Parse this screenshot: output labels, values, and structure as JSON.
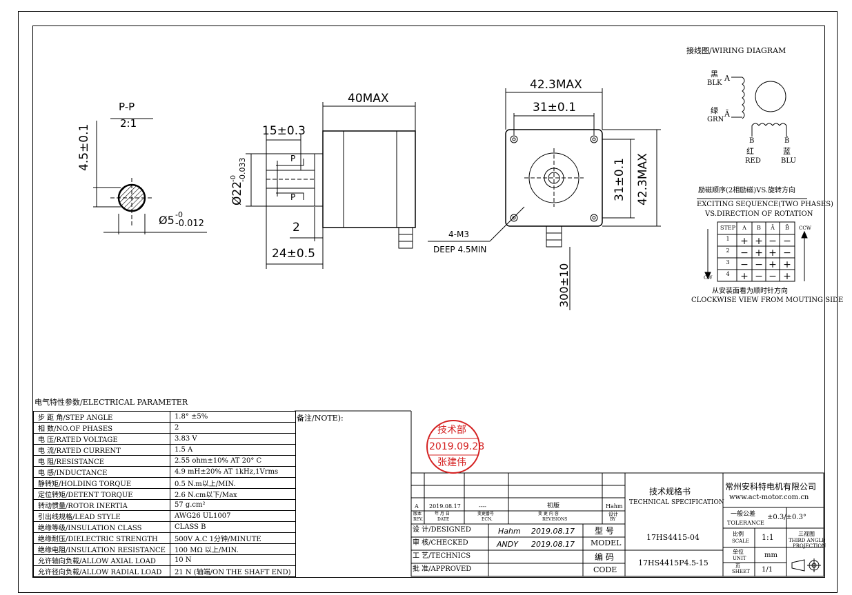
{
  "wiring": {
    "title": "接线图/WIRING  DIAGRAM",
    "a_color_cn": "黑",
    "a_color_en": "BLK",
    "a_label": "A",
    "abar_color_cn": "绿",
    "abar_color_en": "GRN",
    "abar_label": "Ā",
    "b_label": "B",
    "b_color_cn": "红",
    "b_color_en": "RED",
    "bbar_label": "B̄",
    "bbar_color_cn": "蓝",
    "bbar_color_en": "BLU"
  },
  "sequence": {
    "title_cn": "励磁顺序(2相励磁)VS.旋转方向",
    "title_en1": "EXCITING SEQUENCE(TWO PHASES)",
    "title_en2": "VS.DIRECTION OF ROTATION",
    "headers": [
      "STEP",
      "A",
      "B",
      "Ā",
      "B̄"
    ],
    "rows": [
      [
        "1",
        "+",
        "+",
        "−",
        "−"
      ],
      [
        "2",
        "−",
        "+",
        "+",
        "−"
      ],
      [
        "3",
        "−",
        "−",
        "+",
        "+"
      ],
      [
        "4",
        "+",
        "−",
        "−",
        "+"
      ]
    ],
    "ccw": "CCW",
    "cw": "CW",
    "note_cn": "从安装面看为顺时针方向",
    "note_en": "CLOCKWISE VIEW FROM MOUTING SIDE"
  },
  "dims": {
    "section_title": "P-P",
    "section_scale": "2:1",
    "flat": "4.5±0.1",
    "shaft_dia": "Ø5",
    "shaft_tol_upper": "-0",
    "shaft_tol_lower": "-0.012",
    "length_max": "40MAX",
    "shaft_pos": "15±0.3",
    "boss_dia": "Ø22",
    "boss_tol_upper": "-0",
    "boss_tol_lower": "-0.033",
    "p_label": "P",
    "boss_height": "2",
    "shaft_length": "24±0.5",
    "width_max": "42.3MAX",
    "hole_pitch": "31±0.1",
    "hole_pitch_v": "31±0.1",
    "height_max": "42.3MAX",
    "holes_callout": "4-M3",
    "holes_depth": "DEEP 4.5MIN",
    "lead_length": "300±10"
  },
  "electrical": {
    "title": "电气特性参数/ELECTRICAL PARAMETER",
    "rows": [
      {
        "name": "步 距 角/STEP ANGLE",
        "value": "1.8° ±5%"
      },
      {
        "name": "相    数/NO.OF PHASES",
        "value": "2"
      },
      {
        "name": "电    压/RATED VOLTAGE",
        "value": "3.83 V"
      },
      {
        "name": "电    流/RATED CURRENT",
        "value": "1.5 A"
      },
      {
        "name": "电    阻/RESISTANCE",
        "value": "2.55 ohm±10%     AT 20° C"
      },
      {
        "name": "电    感/INDUCTANCE",
        "value": "4.9 mH±20%      AT 1kHz,1Vrms"
      },
      {
        "name": "静转矩/HOLDING TORQUE",
        "value": "0.5 N.m以上/MIN."
      },
      {
        "name": "定位转矩/DETENT TORQUE",
        "value": "2.6 N.cm以下/Max"
      },
      {
        "name": "转动惯量/ROTOR INERTIA",
        "value": "57 g.cm²"
      },
      {
        "name": "引出线规格/LEAD STYLE",
        "value": "AWG26 UL1007"
      },
      {
        "name": "绝缘等级/INSULATION CLASS",
        "value": "CLASS B"
      },
      {
        "name": "绝缘耐压/DIELECTRIC STRENGTH",
        "value": "500V A.C 1分钟/MINUTE"
      },
      {
        "name": "绝缘电阻/INSULATION RESISTANCE",
        "value": "100 MΩ 以上/MIN."
      },
      {
        "name": "允许轴向负载/ALLOW AXIAL LOAD",
        "value": "10 N"
      },
      {
        "name": "允许径向负载/ALLOW RADIAL LOAD",
        "value": "21 N (轴端/ON THE SHAFT END)"
      }
    ]
  },
  "note_label": "备注/NOTE):",
  "stamp": {
    "dept": "技术部",
    "date": "2019.09.28",
    "name": "张建伟"
  },
  "title_block": {
    "rev_mark": "A",
    "rev_date": "2019.08.17",
    "rev_ecn": "----",
    "rev_desc": "初版",
    "rev_by": "Hahm",
    "h_rev_cn": "版本",
    "h_rev_en": "REV.",
    "h_date_cn": "年 月 日",
    "h_date_en": "DATE",
    "h_ecn_cn": "变更番号",
    "h_ecn_en": "ECN.",
    "h_desc_cn": "变 更 内 容",
    "h_desc_en": "REVISIONS",
    "h_by_cn": "设计",
    "h_by_en": "BY",
    "designed_label": "设 计/DESIGNED",
    "designed_name": "Hahm",
    "designed_date": "2019.08.17",
    "checked_label": "审 核/CHECKED",
    "checked_name": "ANDY",
    "checked_date": "2019.08.17",
    "technics_label": "工 艺/TECHNICS",
    "approved_label": "批 准/APPROVED",
    "model_cn": "型 号",
    "model_en": "MODEL",
    "model_value": "17HS4415-04",
    "code_cn": "编 码",
    "code_en": "CODE",
    "code_value": "17HS4415P4.5-15",
    "spec_cn": "技术规格书",
    "spec_en": "TECHNICAL SPECIFICATION",
    "company": "常州安科特电机有限公司",
    "website": "www.act-motor.com.cn",
    "tol_cn": "一般公差",
    "tol_en": "TOLERANCE",
    "tol_value": "±0.3/±0.3°",
    "scale_cn": "比例",
    "scale_en": "SCALE",
    "scale_value": "1:1",
    "proj_cn": "三视图",
    "proj_en1": "THIRD ANGLE",
    "proj_en2": "PROJECTION",
    "unit_cn": "单位",
    "unit_en": "UNIT",
    "unit_value": "mm",
    "sheet_cn": "页",
    "sheet_en": "SHEET",
    "sheet_value": "1/1"
  }
}
